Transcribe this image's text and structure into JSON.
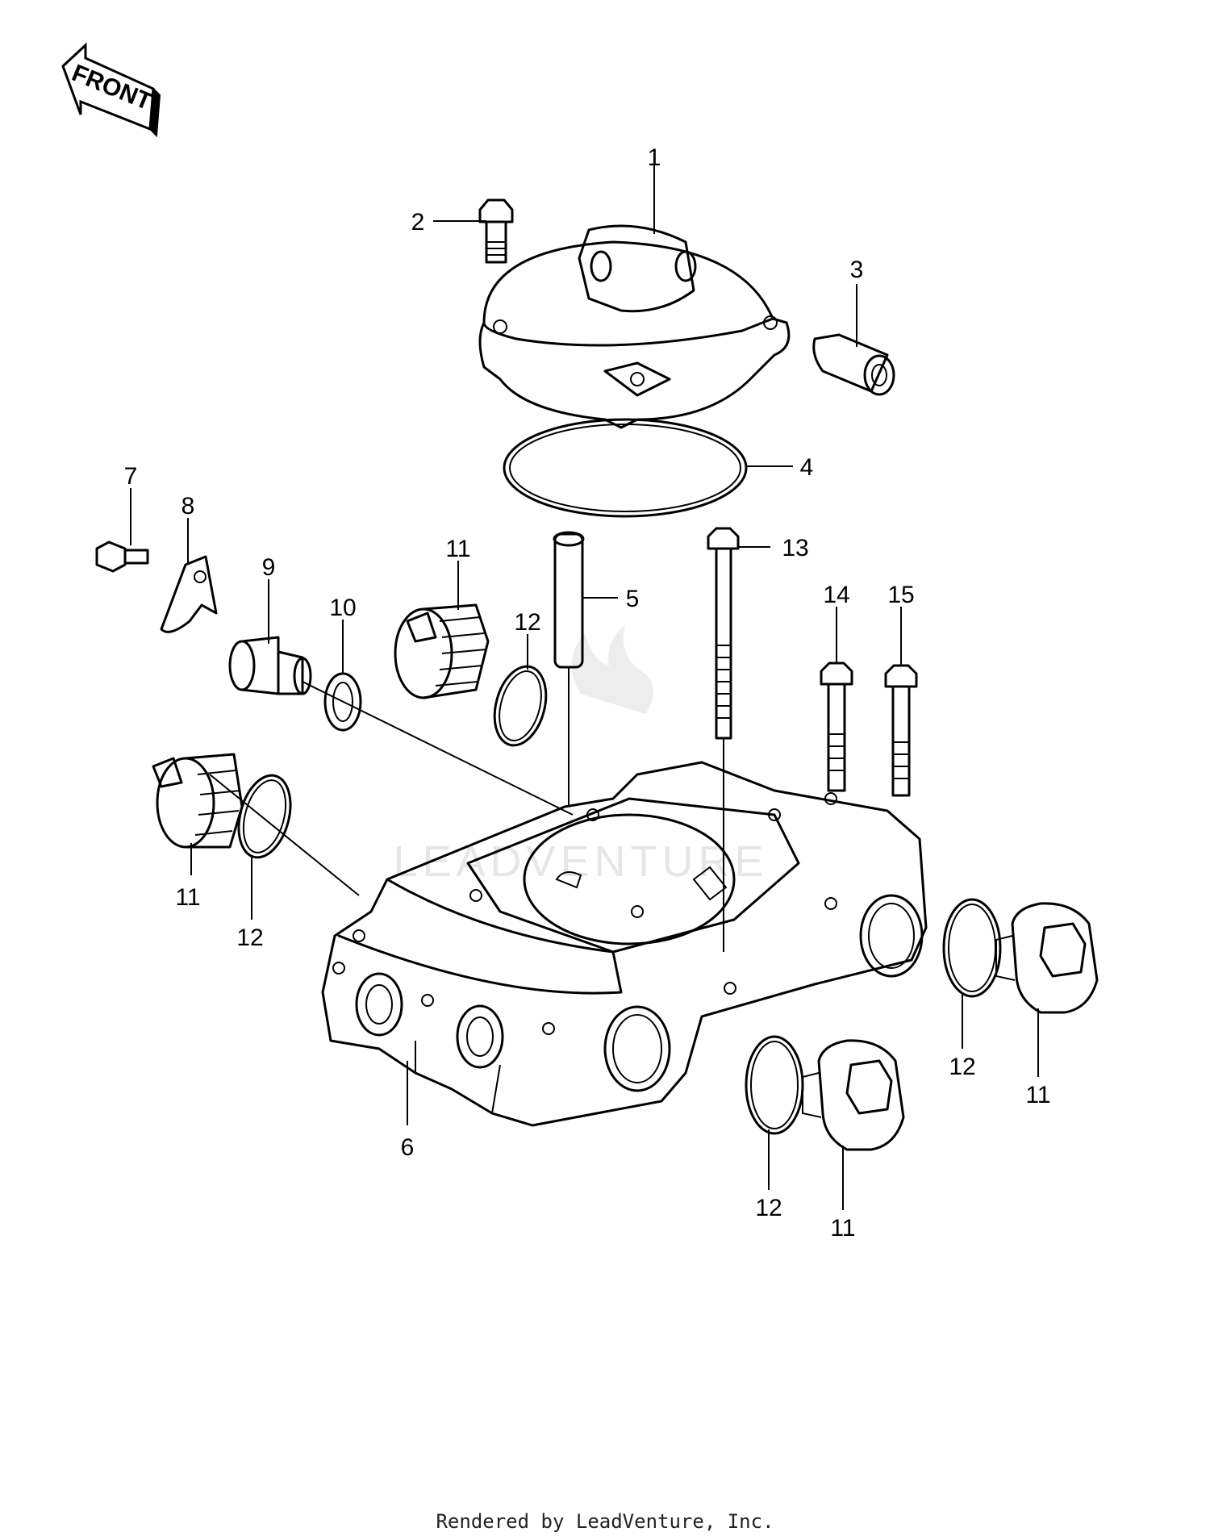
{
  "front_arrow": {
    "label": "FRONT"
  },
  "watermark": {
    "text": "LEADVENTURE"
  },
  "callouts": [
    "1",
    "2",
    "3",
    "4",
    "5",
    "6",
    "7",
    "8",
    "9",
    "10",
    "11",
    "11",
    "11",
    "11",
    "12",
    "12",
    "12",
    "12",
    "13",
    "14",
    "15"
  ],
  "footer": {
    "text": "Rendered by LeadVenture, Inc."
  }
}
